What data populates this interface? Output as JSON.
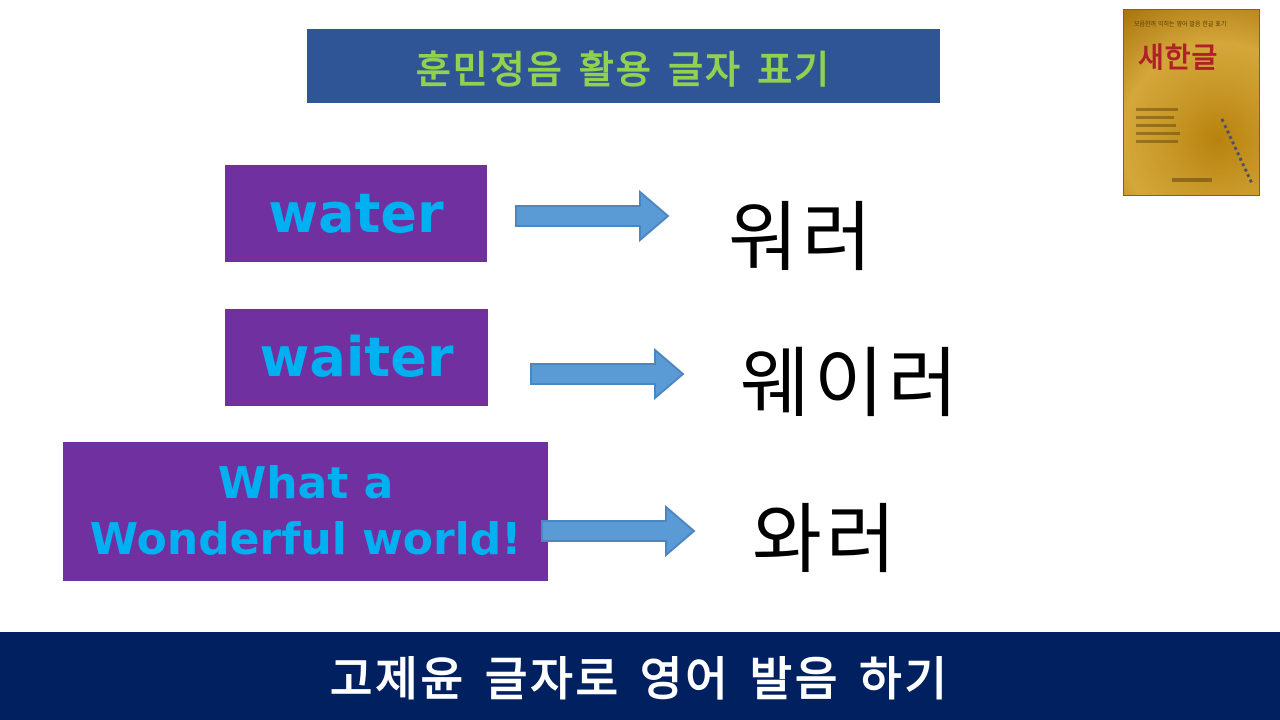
{
  "title": "훈민정음 활용 글자 표기",
  "book": {
    "subtitle": "모음한꺼 익히는 영어 발음 한글 표기",
    "title": "새한글"
  },
  "rows": [
    {
      "english": "water",
      "korean": "워러"
    },
    {
      "english": "waiter",
      "korean": "웨이러"
    },
    {
      "english_line1": "What a",
      "english_line2": "Wonderful world!",
      "korean": "와러"
    }
  ],
  "footer": "고제윤 글자로 영어 발음 하기",
  "colors": {
    "title_bg": "#2f5597",
    "title_text": "#92d050",
    "word_bg": "#7030a0",
    "word_text": "#00b0f0",
    "arrow": "#5b9bd5",
    "footer_bg": "#002060",
    "footer_text": "#ffffff"
  }
}
